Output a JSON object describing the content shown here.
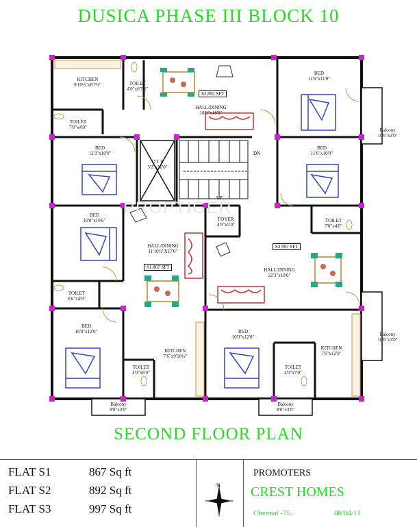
{
  "header": {
    "title": "DUSICA  PHASE III  BLOCK 10"
  },
  "footer_title": "SECOND  FLOOR PLAN",
  "rooms": [
    {
      "key": "kitchen_s2",
      "name": "KITCHEN",
      "dims": "9'10½\"x6'7½\""
    },
    {
      "key": "toilet_s2a",
      "name": "TOILET",
      "dims": "4'0\"x6'7½\""
    },
    {
      "key": "hall_s2",
      "name": "HALL/DINING",
      "dims": "18'9\"x18'0\""
    },
    {
      "key": "bed_s2a",
      "name": "BED",
      "dims": "11'6\"x11'0\""
    },
    {
      "key": "toilet_s2b",
      "name": "TOILET",
      "dims": "7'0\"x4'0\""
    },
    {
      "key": "bed_s2b",
      "name": "BED",
      "dims": "12'3\"x10'0\""
    },
    {
      "key": "ots",
      "name": "O T S",
      "dims": "5'0\"x10'0\""
    },
    {
      "key": "bed_s3a",
      "name": "BED",
      "dims": "11'6\"x10'0\""
    },
    {
      "key": "toilet_s3a",
      "name": "TOILET",
      "dims": "7'0\"x4'0\""
    },
    {
      "key": "foyer",
      "name": "FOYER",
      "dims": "4'9\"x5'0\""
    },
    {
      "key": "bed_s1a",
      "name": "BED",
      "dims": "10'0\"x10'6\""
    },
    {
      "key": "hall_s1",
      "name": "HALL/DINING",
      "dims": "11'10½\"X17'0\""
    },
    {
      "key": "hall_s3",
      "name": "HALL/DINING",
      "dims": "22'3\"x10'6\""
    },
    {
      "key": "toilet_s1a",
      "name": "TOILET",
      "dims": "6'6\"x4'0\""
    },
    {
      "key": "bed_s1b",
      "name": "BED",
      "dims": "10'0\"x12'0\""
    },
    {
      "key": "toilet_s1b",
      "name": "TOILET",
      "dims": "4'0\"x6'0\""
    },
    {
      "key": "kitchen_s1",
      "name": "KITCHEN",
      "dims": "7'6\"x9'10½\""
    },
    {
      "key": "bed_s3b",
      "name": "BED",
      "dims": "10'0\"x12'0\""
    },
    {
      "key": "toilet_s3b",
      "name": "TOILET",
      "dims": "4'0\"x7'0\""
    },
    {
      "key": "kitchen_s3",
      "name": "KITCHEN",
      "dims": "7'6\"x12'0\""
    },
    {
      "key": "balcony_1",
      "name": "Balcony",
      "dims": "10'6\"x3'0\""
    },
    {
      "key": "balcony_2",
      "name": "Balcony",
      "dims": "10'6\"x3'0\""
    },
    {
      "key": "balcony_3",
      "name": "Balcony",
      "dims": "8'0\"x3'0\""
    },
    {
      "key": "balcony_4",
      "name": "Balcony",
      "dims": "8'0\"x3'0\""
    }
  ],
  "flat_tags": {
    "s2": "S2  892  SFT",
    "s1": "S1  867  SFT",
    "s3": "S3  997  SFT"
  },
  "stair": {
    "dn": "DN",
    "up": "UP"
  },
  "watermark": "PROPTIGER",
  "flats": [
    {
      "flat": "FLAT  S1",
      "area": "867  Sq ft"
    },
    {
      "flat": "FLAT  S2",
      "area": "892  Sq ft"
    },
    {
      "flat": "FLAT  S3",
      "area": "997  Sq ft"
    }
  ],
  "compass": {
    "label": "N"
  },
  "promoters": {
    "heading": "PROMOTERS",
    "name": "CREST  HOMES",
    "city": "Chennai -75.",
    "date": "08/04/11"
  },
  "colors": {
    "title": "#22dd22",
    "wall": "#111111",
    "column": "#cc22cc",
    "bed": "#3344cc",
    "dining": "#22aa88",
    "sofa": "#cc3333"
  }
}
